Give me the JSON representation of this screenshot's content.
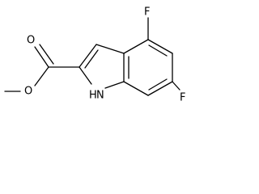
{
  "diagram": {
    "type": "chemical-structure",
    "atom_labels": {
      "fluorine_top": "F",
      "fluorine_bottom": "F",
      "carbonyl_oxygen": "O",
      "ester_oxygen": "O",
      "nitrogen": "N",
      "nitrogen_hydrogen": "H"
    }
  }
}
